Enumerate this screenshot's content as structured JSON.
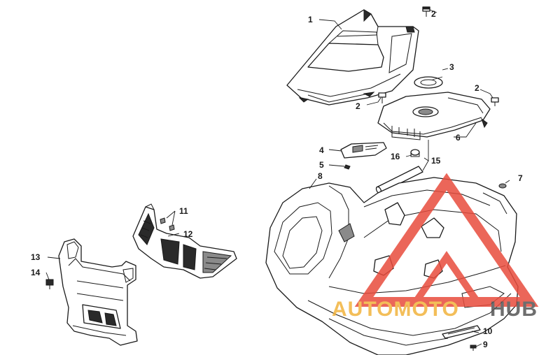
{
  "callouts": [
    {
      "id": "c1",
      "label": "1"
    },
    {
      "id": "c2a",
      "label": "2"
    },
    {
      "id": "c2b",
      "label": "2"
    },
    {
      "id": "c2c",
      "label": "2"
    },
    {
      "id": "c3",
      "label": "3"
    },
    {
      "id": "c4",
      "label": "4"
    },
    {
      "id": "c5",
      "label": "5"
    },
    {
      "id": "c6",
      "label": "6"
    },
    {
      "id": "c7",
      "label": "7"
    },
    {
      "id": "c8",
      "label": "8"
    },
    {
      "id": "c9",
      "label": "9"
    },
    {
      "id": "c10",
      "label": "10"
    },
    {
      "id": "c11",
      "label": "11"
    },
    {
      "id": "c12",
      "label": "12"
    },
    {
      "id": "c13",
      "label": "13"
    },
    {
      "id": "c14",
      "label": "14"
    },
    {
      "id": "c15",
      "label": "15"
    },
    {
      "id": "c16",
      "label": "16"
    }
  ],
  "watermark": {
    "text_left": "AUTOMOTO",
    "text_right": "HUB",
    "color_primary": "#e84c3d",
    "color_accent": "#f2b33d",
    "color_dark": "#555555"
  },
  "colors": {
    "line": "#1a1a1a",
    "background": "#ffffff"
  }
}
